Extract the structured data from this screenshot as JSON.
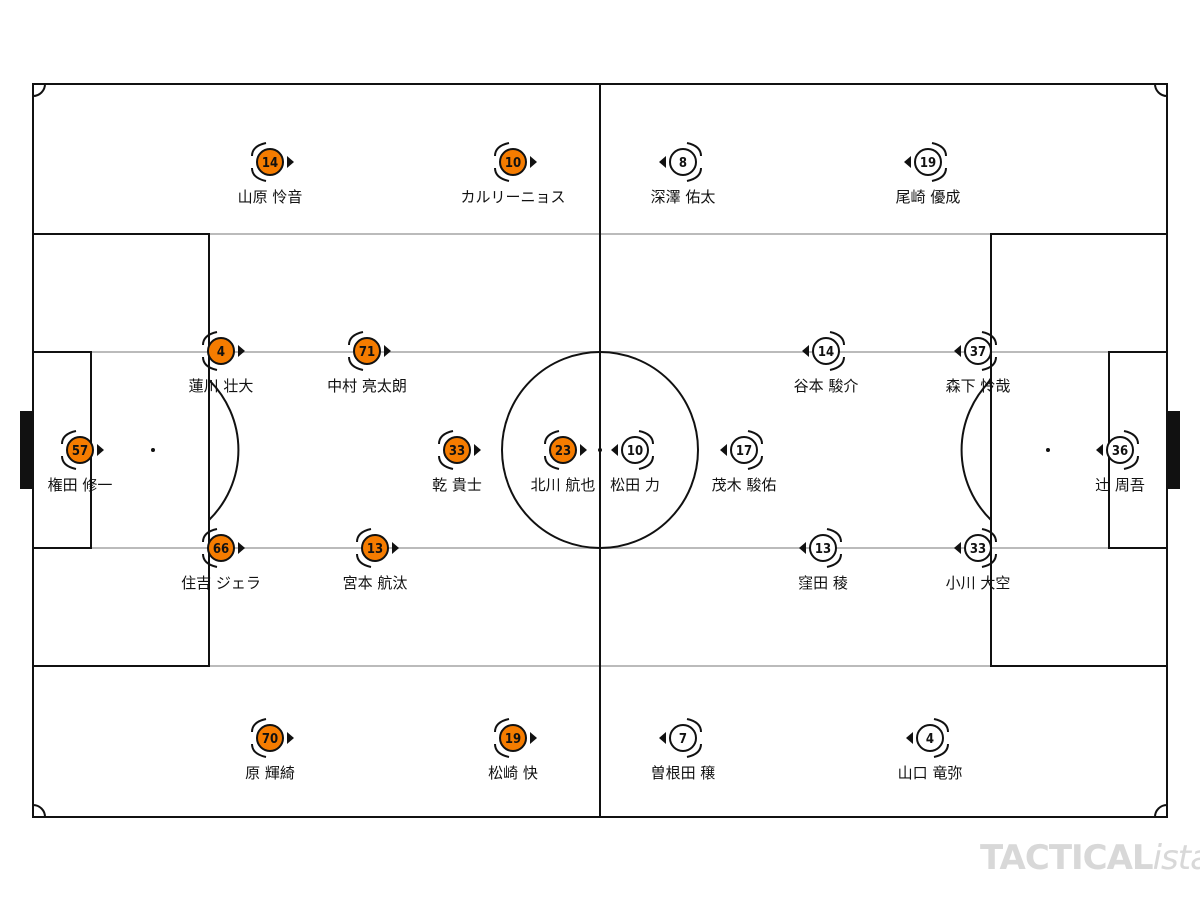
{
  "colors": {
    "home": "#f57c00",
    "away": "#ffffff",
    "line": "#111111",
    "lane": "#bbbbbb"
  },
  "watermark": {
    "main": "TACTICAL",
    "suffix": "ista"
  },
  "home_team": {
    "players": [
      {
        "number": "14",
        "name": "山原 怜音"
      },
      {
        "number": "10",
        "name": "カルリーニョス"
      },
      {
        "number": "4",
        "name": "蓮川 壮大"
      },
      {
        "number": "71",
        "name": "中村 亮太朗"
      },
      {
        "number": "57",
        "name": "権田 修一"
      },
      {
        "number": "33",
        "name": "乾 貴士"
      },
      {
        "number": "23",
        "name": "北川 航也"
      },
      {
        "number": "66",
        "name": "住吉 ジェラ"
      },
      {
        "number": "13",
        "name": "宮本 航汰"
      },
      {
        "number": "70",
        "name": "原 輝綺"
      },
      {
        "number": "19",
        "name": "松崎 快"
      }
    ]
  },
  "away_team": {
    "players": [
      {
        "number": "8",
        "name": "深澤 佑太"
      },
      {
        "number": "19",
        "name": "尾崎 優成"
      },
      {
        "number": "14",
        "name": "谷本 駿介"
      },
      {
        "number": "37",
        "name": "森下 怜哉"
      },
      {
        "number": "10",
        "name": "松田 力"
      },
      {
        "number": "17",
        "name": "茂木 駿佑"
      },
      {
        "number": "36",
        "name": "辻 周吾"
      },
      {
        "number": "13",
        "name": "窪田 稜"
      },
      {
        "number": "33",
        "name": "小川 大空"
      },
      {
        "number": "7",
        "name": "曽根田 穣"
      },
      {
        "number": "4",
        "name": "山口 竜弥"
      }
    ]
  }
}
